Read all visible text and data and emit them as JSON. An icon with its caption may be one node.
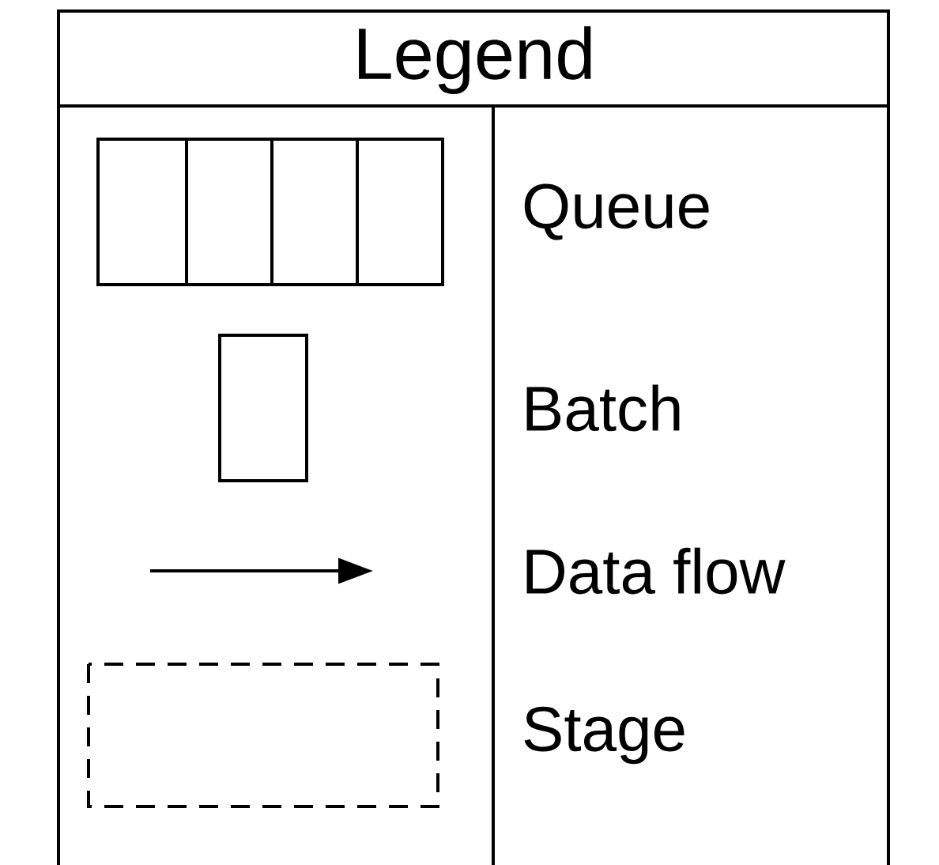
{
  "diagram": {
    "title": "Legend",
    "legend": [
      {
        "text": "Queue"
      },
      {
        "text": "Batch"
      },
      {
        "text": "Data flow"
      },
      {
        "text": "Stage"
      }
    ]
  }
}
